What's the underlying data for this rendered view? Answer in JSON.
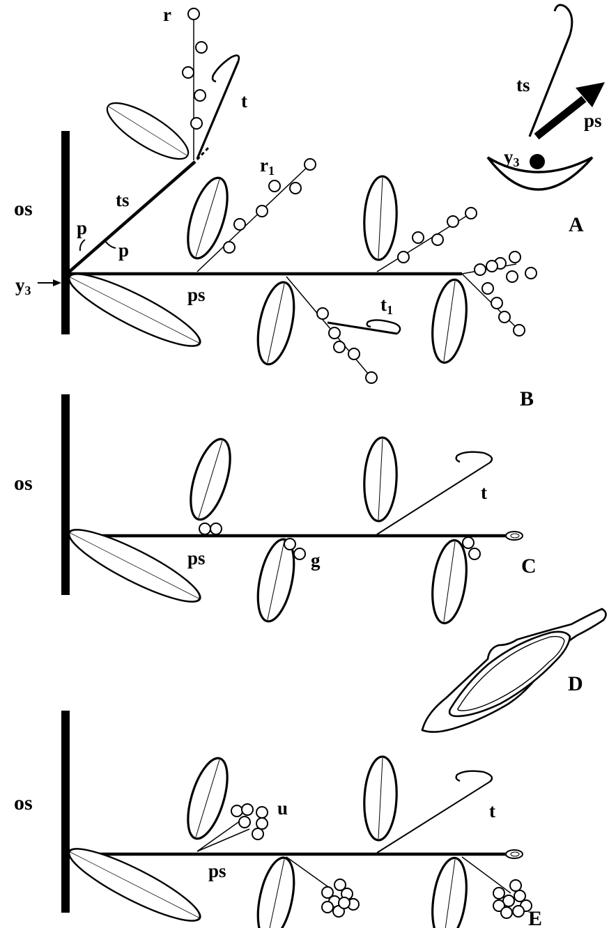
{
  "panels": {
    "A": {
      "letter": "A",
      "labels": {
        "ts": "ts",
        "ps": "ps",
        "y3": "y",
        "y3_sub": "3"
      }
    },
    "B": {
      "letter": "B",
      "labels": {
        "os": "os",
        "ts": "ts",
        "ps": "ps",
        "p1": "p",
        "p2": "p",
        "y3": "y",
        "y3_sub": "3",
        "r": "r",
        "r1": "r",
        "r1_sub": "1",
        "t": "t",
        "t1": "t",
        "t1_sub": "1"
      }
    },
    "C": {
      "letter": "C",
      "labels": {
        "os": "os",
        "ps": "ps",
        "g": "g",
        "t": "t"
      }
    },
    "D": {
      "letter": "D"
    },
    "E": {
      "letter": "E",
      "labels": {
        "os": "os",
        "ps": "ps",
        "u": "u",
        "t": "t"
      }
    }
  }
}
